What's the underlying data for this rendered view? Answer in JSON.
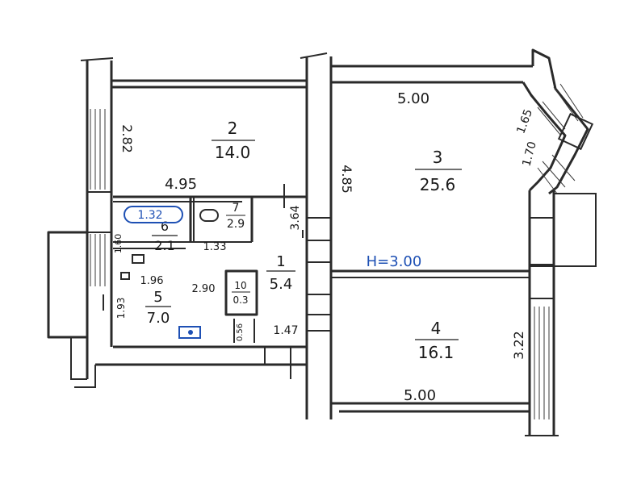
{
  "rooms": [
    {
      "number": "2",
      "area": "14.0"
    },
    {
      "number": "3",
      "area": "25.6"
    },
    {
      "number": "4",
      "area": "16.1"
    },
    {
      "number": "1",
      "area": "5.4"
    },
    {
      "number": "5",
      "area": "7.0"
    },
    {
      "number": "6",
      "area": "2.1"
    },
    {
      "number": "7",
      "area": "2.9"
    },
    {
      "number": "10",
      "area": "0.3"
    }
  ],
  "dimensions": {
    "top_room3": "5.00",
    "bottom_room4": "5.00",
    "room2_width": "4.95",
    "room2_height": "2.82",
    "room3_left": "4.85",
    "corridor_right": "3.64",
    "bay_upper": "1.65",
    "bay_lower": "1.70",
    "room4_right": "3.22",
    "kitchen_top": "1.32",
    "small_1_60": "1.60",
    "small_1_33": "1.33",
    "small_1_96": "1.96",
    "small_2_90": "2.90",
    "small_1_93": "1.93",
    "small_0_56": "0.56",
    "small_1_47": "1.47"
  },
  "ceiling_height": "H=3.00"
}
